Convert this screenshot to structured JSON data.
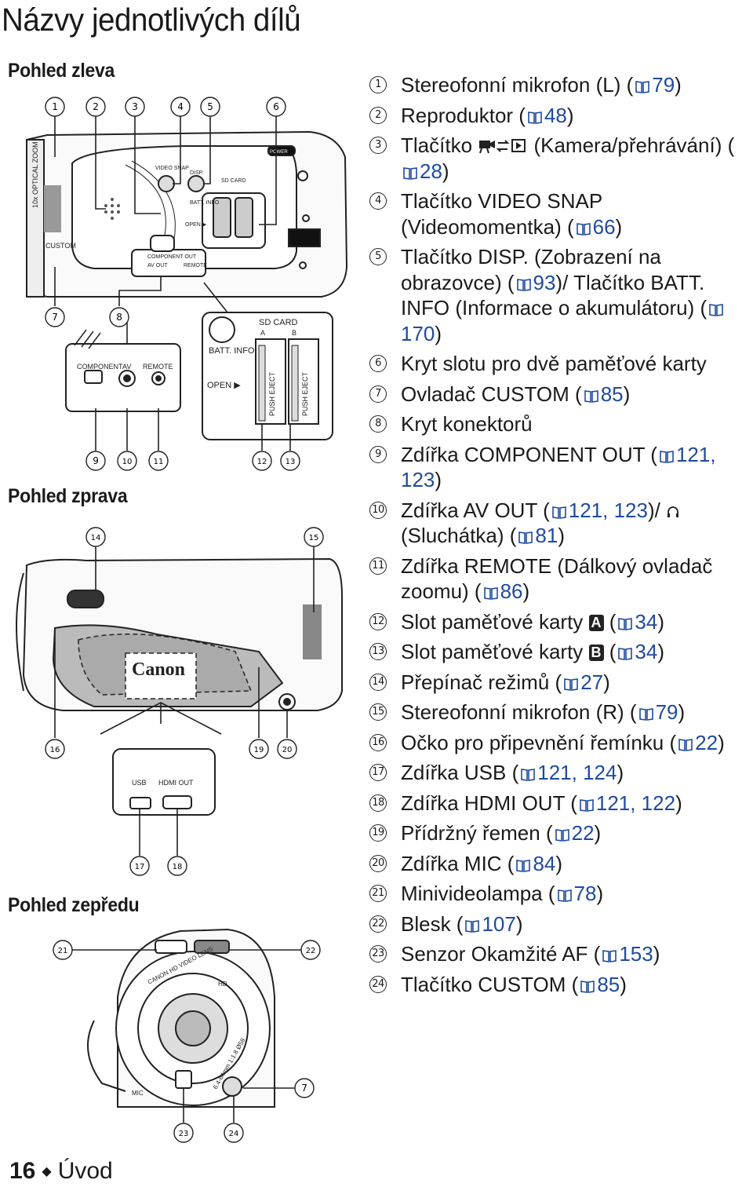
{
  "page": {
    "title": "Názvy jednotlivých dílů",
    "footer": {
      "page_number": "16",
      "section": "Úvod",
      "separator": "◆"
    }
  },
  "sections": {
    "left_view": "Pohled zleva",
    "right_view": "Pohled zprava",
    "front_view": "Pohled zepředu"
  },
  "icons": {
    "book": "book-icon",
    "headphones": "headphones-icon",
    "camera_playback": "camera-playback-icon"
  },
  "figure_labels": {
    "optical_zoom": "10x OPTICAL ZOOM",
    "custom": "CUSTOM",
    "video_snap": "VIDEO SNAP",
    "disp": "DISP.",
    "sd_card": "SD CARD",
    "batt_info": "BATT. INFO",
    "open": "OPEN ▶",
    "power": "POWER",
    "component_out": "COMPONENT OUT",
    "av_out": "AV OUT",
    "remote": "REMOTE",
    "component": "COMPONENT",
    "av": "AV",
    "push_eject": "PUSH EJECT",
    "slot_a": "A",
    "slot_b": "B",
    "canon": "Canon",
    "usb": "USB",
    "hdmi_out": "HDMI OUT",
    "lens_ring": "CANON HD VIDEO LENS",
    "lens_spec": "6.4-64mm 1:1.8 Ø58",
    "mic": "MIC",
    "hd": "HD"
  },
  "legend": [
    {
      "num": "1",
      "text": "Stereofonní mikrofon (L) (",
      "ref": "79",
      "after": ")"
    },
    {
      "num": "2",
      "text": "Reproduktor (",
      "ref": "48",
      "after": ")"
    },
    {
      "num": "3",
      "text": "Tlačítko ",
      "icon": "camera-playback-icon",
      "text2": " (Kamera/přehrávání) (",
      "ref": "28",
      "after": ")"
    },
    {
      "num": "4",
      "text": "Tlačítko VIDEO SNAP (Videomomentka) (",
      "ref": "66",
      "after": ")"
    },
    {
      "num": "5",
      "text": "Tlačítko DISP. (Zobrazení na obrazovce) (",
      "ref": "93",
      "after": ")/ Tlačítko BATT. INFO (Informace o akumulátoru) (",
      "ref2": "170",
      "after2": ")"
    },
    {
      "num": "6",
      "text": "Kryt slotu pro dvě paměťové karty"
    },
    {
      "num": "7",
      "text": "Ovladač CUSTOM (",
      "ref": "85",
      "after": ")"
    },
    {
      "num": "8",
      "text": "Kryt konektorů"
    },
    {
      "num": "9",
      "text": "Zdířka COMPONENT OUT (",
      "ref": "121, 123",
      "after": ")"
    },
    {
      "num": "10",
      "text": "Zdířka AV OUT (",
      "ref": "121, 123",
      "after": ")/ ",
      "headphones": true,
      "text2": " (Sluchátka) (",
      "ref2": "81",
      "after2": ")"
    },
    {
      "num": "11",
      "text": "Zdířka REMOTE (Dálkový ovladač zoomu) (",
      "ref": "86",
      "after": ")"
    },
    {
      "num": "12",
      "text": "Slot paměťové karty ",
      "badge": "A",
      "text2": " (",
      "ref": "34",
      "after": ")"
    },
    {
      "num": "13",
      "text": "Slot paměťové karty ",
      "badge": "B",
      "text2": " (",
      "ref": "34",
      "after": ")"
    },
    {
      "num": "14",
      "text": "Přepínač režimů (",
      "ref": "27",
      "after": ")"
    },
    {
      "num": "15",
      "text": "Stereofonní mikrofon (R) (",
      "ref": "79",
      "after": ")"
    },
    {
      "num": "16",
      "text": "Očko pro připevnění řemínku (",
      "ref": "22",
      "after": ")"
    },
    {
      "num": "17",
      "text": "Zdířka USB (",
      "ref": "121, 124",
      "after": ")"
    },
    {
      "num": "18",
      "text": "Zdířka HDMI OUT (",
      "ref": "121, 122",
      "after": ")"
    },
    {
      "num": "19",
      "text": "Přídržný řemen (",
      "ref": "22",
      "after": ")"
    },
    {
      "num": "20",
      "text": "Zdířka MIC (",
      "ref": "84",
      "after": ")"
    },
    {
      "num": "21",
      "text": "Minivideolampa (",
      "ref": "78",
      "after": ")"
    },
    {
      "num": "22",
      "text": "Blesk (",
      "ref": "107",
      "after": ")"
    },
    {
      "num": "23",
      "text": "Senzor Okamžité AF (",
      "ref": "153",
      "after": ")"
    },
    {
      "num": "24",
      "text": "Tlačítko CUSTOM (",
      "ref": "85",
      "after": ")"
    }
  ],
  "callouts": {
    "n1": "1",
    "n2": "2",
    "n3": "3",
    "n4": "4",
    "n5": "5",
    "n6": "6",
    "n7": "7",
    "n8": "8",
    "n9": "9",
    "n10": "10",
    "n11": "11",
    "n12": "12",
    "n13": "13",
    "n14": "14",
    "n15": "15",
    "n16": "16",
    "n17": "17",
    "n18": "18",
    "n19": "19",
    "n20": "20",
    "n21": "21",
    "n22": "22",
    "n23": "23",
    "n24": "24"
  }
}
